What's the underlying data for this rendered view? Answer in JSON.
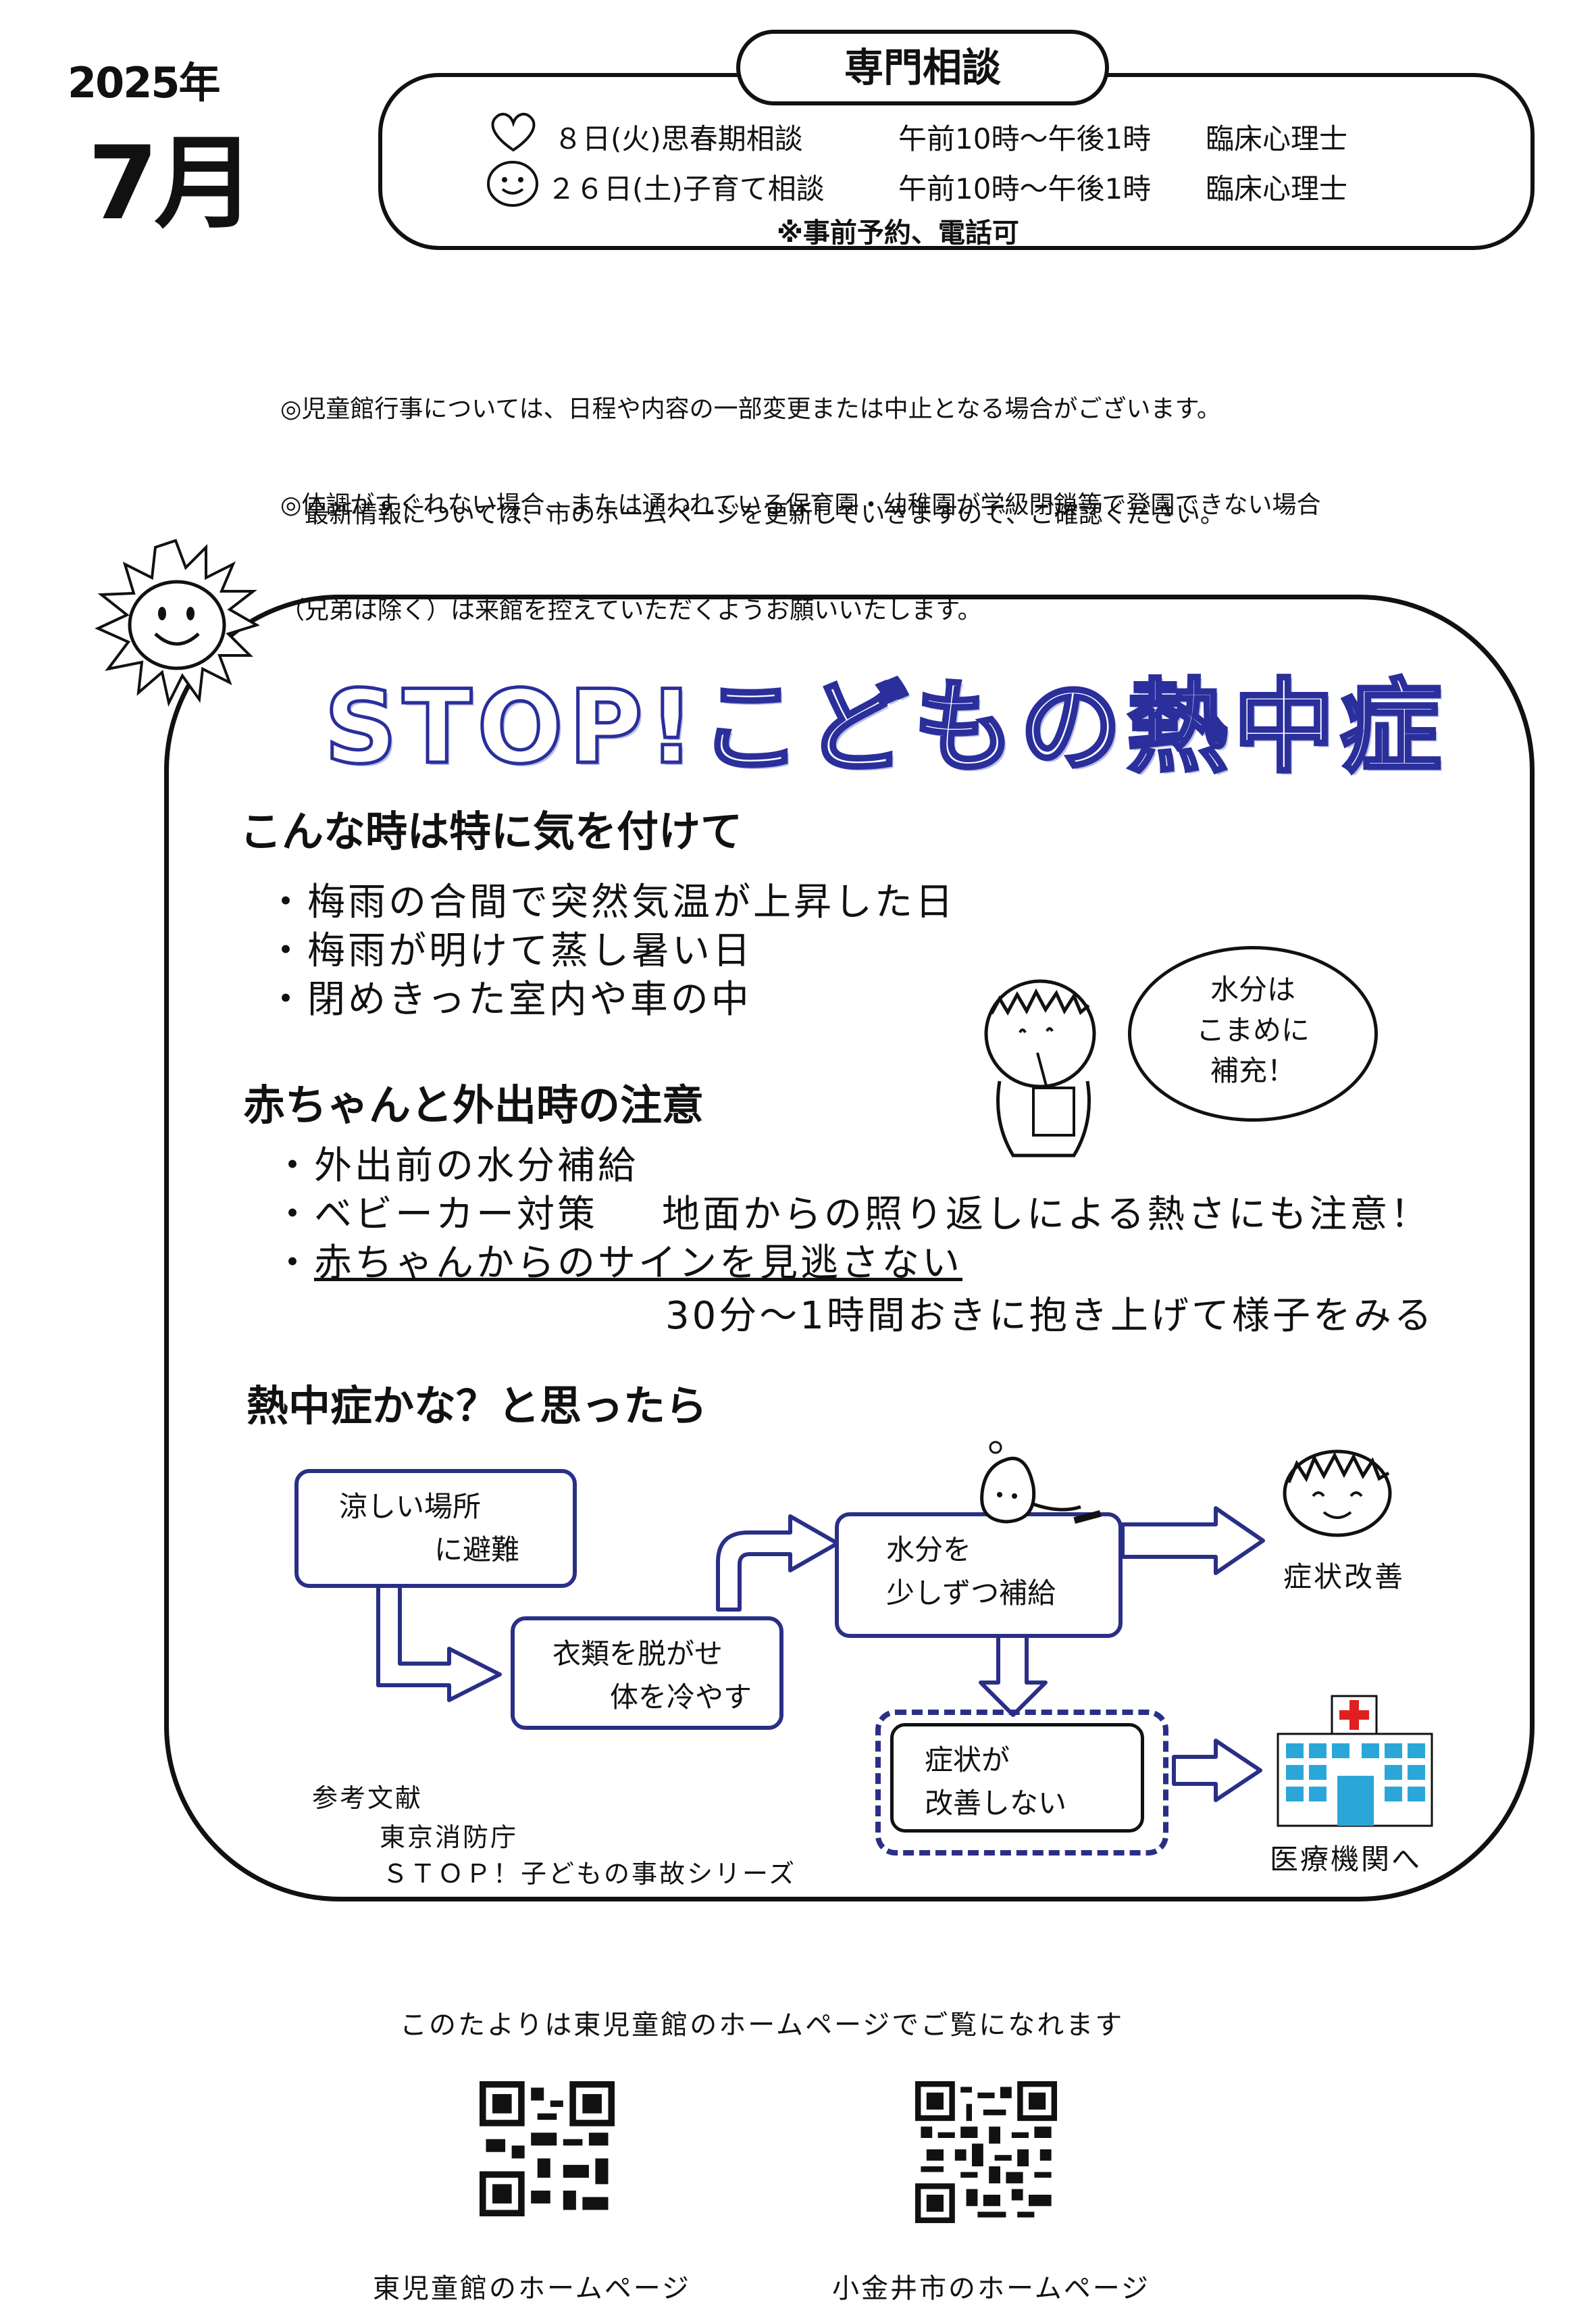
{
  "header": {
    "year": "2025年",
    "month": "7月"
  },
  "consult": {
    "title": "専門相談",
    "rows": [
      {
        "date": "８日(火)思春期相談",
        "time": "午前10時～午後1時",
        "staff": "臨床心理士"
      },
      {
        "date": "２６日(土)子育て相談",
        "time": "午前10時～午後1時",
        "staff": "臨床心理士"
      }
    ],
    "note": "※事前予約、電話可"
  },
  "notices": [
    {
      "line1": "◎児童館行事については、日程や内容の一部変更または中止となる場合がございます。",
      "line2": "　最新情報については、市のホームページを更新していきますので、ご確認ください。"
    },
    {
      "line1": "◎体調がすぐれない場合、または通われている保育園・幼稚園が学級閉鎖等で登園できない場合",
      "line2": "（兄弟は除く）は来館を控えていただくようお願いいたします。"
    }
  ],
  "heatstroke": {
    "title": "STOP!こどもの熱中症",
    "section1": {
      "heading": "こんな時は特に気を付けて",
      "items": [
        "・梅雨の合間で突然気温が上昇した日",
        "・梅雨が明けて蒸し暑い日",
        "・閉めきった室内や車の中"
      ]
    },
    "bubble": {
      "l1": "水分は",
      "l2": "こまめに",
      "l3": "補充！"
    },
    "section2": {
      "heading": "赤ちゃんと外出時の注意",
      "item1": "・外出前の水分補給",
      "item2_label": "・ベビーカー対策",
      "item2_note": "地面からの照り返しによる熱さにも注意！",
      "item3_bullet": "・",
      "item3_text": "赤ちゃんからのサインを見逃さない",
      "item3_note": "30分～1時間おきに抱き上げて様子をみる"
    },
    "section3": {
      "heading": "熱中症かな？と思ったら",
      "flow": {
        "step1_l1": "涼しい場所",
        "step1_l2": "に避難",
        "step2_l1": "衣類を脱がせ",
        "step2_l2": "体を冷やす",
        "step3_l1": "水分を",
        "step3_l2": "少しずつ補給",
        "result_good": "症状改善",
        "result_bad_l1": "症状が",
        "result_bad_l2": "改善しない",
        "hospital": "医療機関へ"
      }
    },
    "reference": {
      "label": "参考文献",
      "l1": "東京消防庁",
      "l2": "ＳＴＯＰ！子どもの事故シリーズ"
    }
  },
  "footer": {
    "intro": "このたよりは東児童館のホームページでご覧になれます",
    "qr_left_label": "東児童館のホームページ",
    "qr_right_label": "小金井市のホームページ"
  },
  "colors": {
    "accent": "#2a2f86",
    "title_outline": "#2a2f9c",
    "cross": "#e02020",
    "building": "#2aa7d8"
  }
}
